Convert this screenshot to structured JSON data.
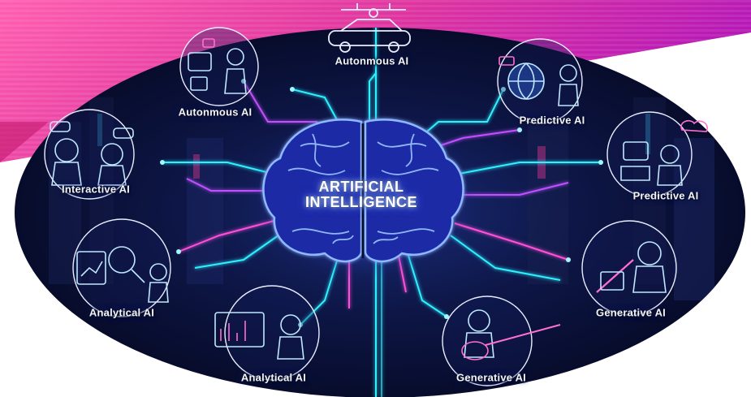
{
  "title": {
    "line1": "ARTIFICIAL",
    "line2": "INTELLIGENCE"
  },
  "nodes": [
    {
      "label": "Autonmous AI",
      "icon": "drone-car-icon"
    },
    {
      "label": "Autonmous AI",
      "icon": "robot-dashboard-icon"
    },
    {
      "label": "Predictive AI",
      "icon": "globe-robot-icon"
    },
    {
      "label": "Interactive AI",
      "icon": "chat-robots-icon"
    },
    {
      "label": "Predictive AI",
      "icon": "cloud-robot-icon"
    },
    {
      "label": "Analytical AI",
      "icon": "magnifier-chart-icon"
    },
    {
      "label": "Generative AI",
      "icon": "robot-pen-icon"
    },
    {
      "label": "Analytical AI",
      "icon": "dashboard-robot-icon"
    },
    {
      "label": "Generative AI",
      "icon": "guitar-robot-icon"
    }
  ],
  "colors": {
    "banner": "#e0359f",
    "line_cyan": "#2ff0ff",
    "line_magenta": "#ff4fd8",
    "brain": "#4f6bff",
    "background": "#0a0f2e"
  }
}
